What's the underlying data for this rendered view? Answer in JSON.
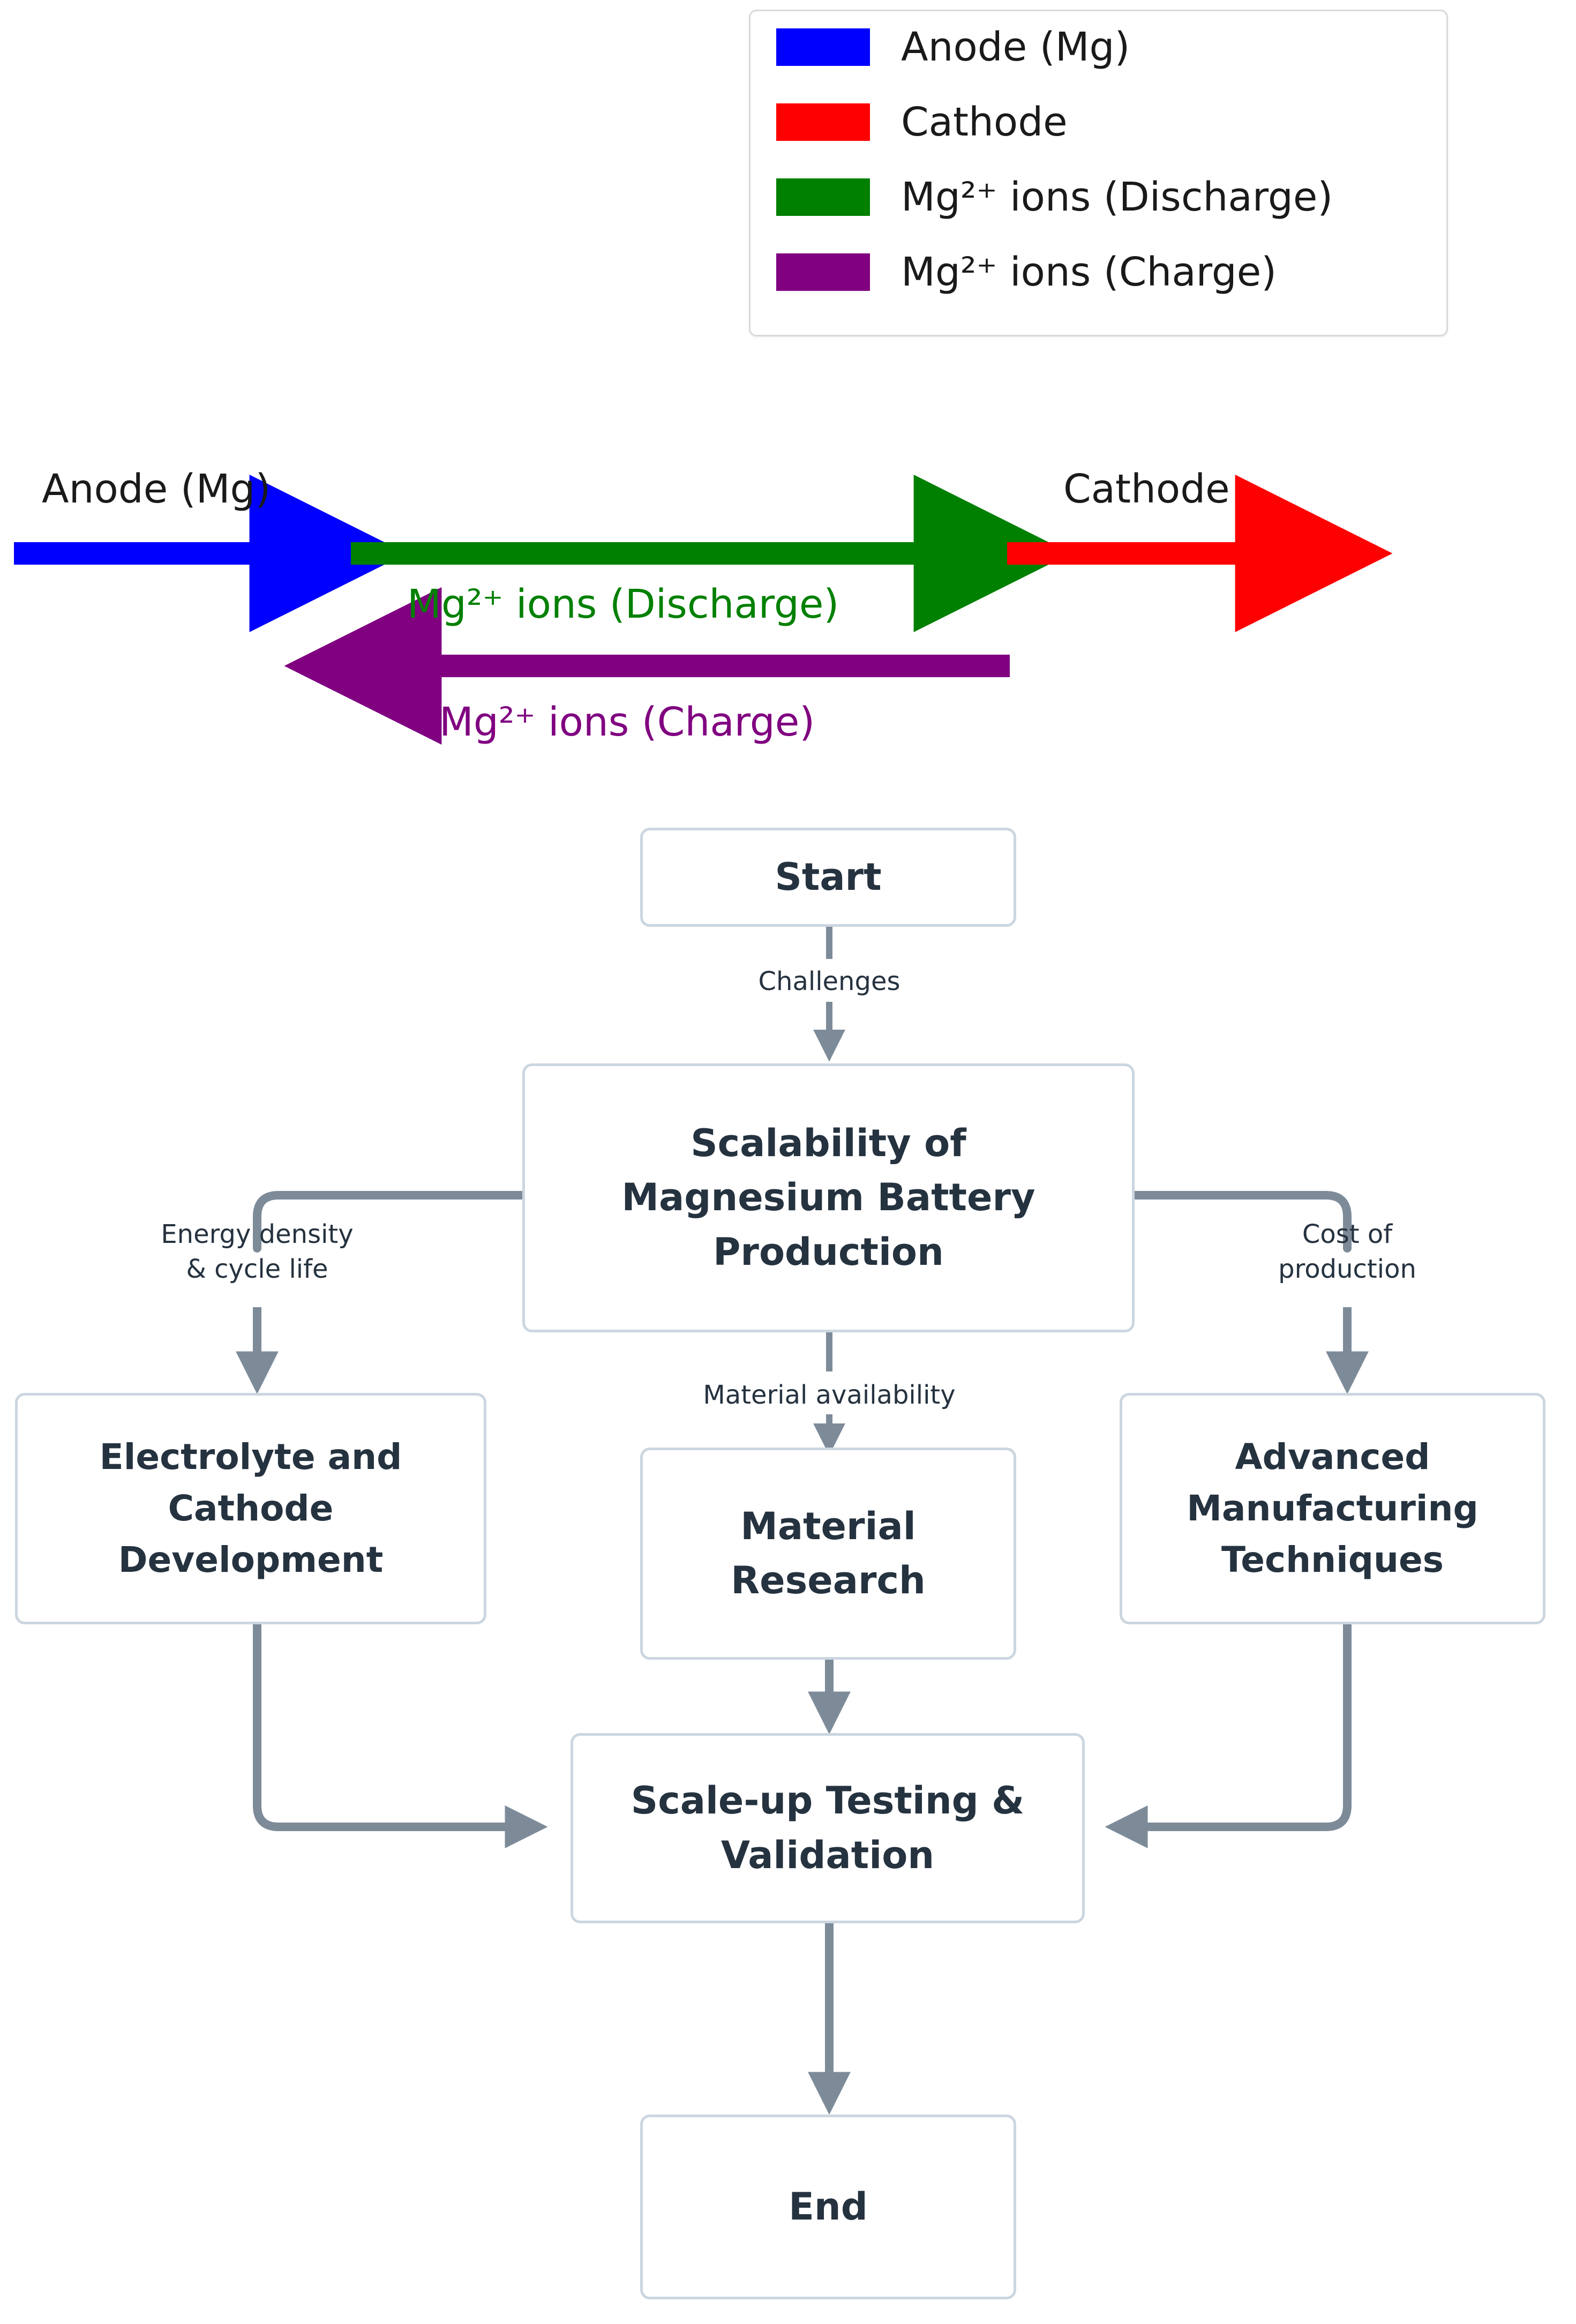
{
  "legend": {
    "items": [
      {
        "color": "#0000ff",
        "label": "Anode (Mg)",
        "icon": "color-swatch"
      },
      {
        "color": "#ff0000",
        "label": "Cathode",
        "icon": "color-swatch"
      },
      {
        "color": "#008000",
        "label": "Mg²⁺ ions (Discharge)",
        "icon": "color-swatch"
      },
      {
        "color": "#800080",
        "label": "Mg²⁺ ions (Charge)",
        "icon": "color-swatch"
      }
    ]
  },
  "battery_diagram": {
    "anode_label": "Anode (Mg)",
    "cathode_label": "Cathode",
    "discharge_caption": "Mg²⁺ ions (Discharge)",
    "charge_caption": "Mg²⁺ ions (Charge)",
    "colors": {
      "anode": "#0000ff",
      "cathode": "#ff0000",
      "discharge": "#008000",
      "charge": "#800080"
    }
  },
  "flowchart": {
    "edge_color": "#7d8b99",
    "node_border_color": "#ccd6e0",
    "node_text_color": "#25323f",
    "nodes": [
      {
        "id": "start",
        "label": "Start"
      },
      {
        "id": "scalability",
        "label": "Scalability of\nMagnesium Battery\nProduction"
      },
      {
        "id": "electrolyte",
        "label": "Electrolyte and\nCathode\nDevelopment"
      },
      {
        "id": "material",
        "label": "Material\nResearch"
      },
      {
        "id": "manufacturing",
        "label": "Advanced\nManufacturing\nTechniques"
      },
      {
        "id": "scaleup",
        "label": "Scale-up Testing &\nValidation"
      },
      {
        "id": "end",
        "label": "End"
      }
    ],
    "edges": [
      {
        "from": "start",
        "to": "scalability",
        "label": "Challenges"
      },
      {
        "from": "scalability",
        "to": "electrolyte",
        "label": "Energy density\n& cycle life"
      },
      {
        "from": "scalability",
        "to": "material",
        "label": "Material availability"
      },
      {
        "from": "scalability",
        "to": "manufacturing",
        "label": "Cost of\nproduction"
      },
      {
        "from": "electrolyte",
        "to": "scaleup",
        "label": ""
      },
      {
        "from": "material",
        "to": "scaleup",
        "label": ""
      },
      {
        "from": "manufacturing",
        "to": "scaleup",
        "label": ""
      },
      {
        "from": "scaleup",
        "to": "end",
        "label": ""
      }
    ]
  }
}
